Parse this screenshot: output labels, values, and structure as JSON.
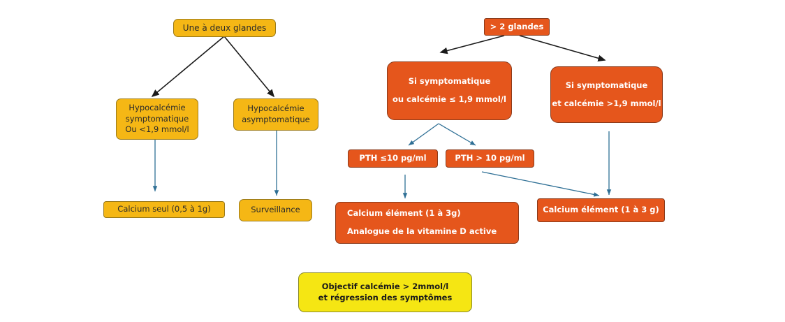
{
  "diagram": {
    "colors": {
      "yellow_box": "#f5b715",
      "orange_box": "#e5561c",
      "goal_box": "#f5e613",
      "black_arrow": "#1a1a1a",
      "blue_arrow": "#2e6f95"
    },
    "left_branch": {
      "root": "Une à deux glandes",
      "symptomatic": [
        "Hypocalcémie",
        "symptomatique",
        "Ou <1,9 mmol/l"
      ],
      "asymptomatic": [
        "Hypocalcémie",
        "asymptomatique"
      ],
      "treatment_symptomatic": "Calcium seul (0,5 à 1g)",
      "treatment_asymptomatic": "Surveillance"
    },
    "right_branch": {
      "root": "> 2 glandes",
      "symptomatic_or_low": [
        "Si symptomatique",
        "ou calcémie ≤ 1,9 mmol/l"
      ],
      "symptomatic_and_high": [
        "Si symptomatique",
        "et calcémie >1,9 mmol/l"
      ],
      "pth_low": "PTH ≤10 pg/ml",
      "pth_high": "PTH > 10 pg/ml",
      "treatment_pth_low": [
        "Calcium élément (1 à 3g)",
        "Analogue de la vitamine D active"
      ],
      "treatment_other": "Calcium élément (1 à 3 g)"
    },
    "goal": [
      "Objectif calcémie > 2mmol/l",
      "et régression des symptômes"
    ]
  }
}
